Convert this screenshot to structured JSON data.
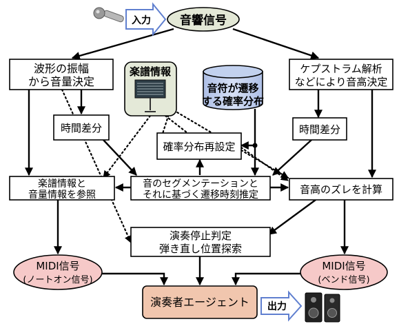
{
  "nodes": {
    "input": "入力",
    "signal": "音響信号",
    "amp": [
      "波形の振幅",
      "から音量決定"
    ],
    "score": "楽譜情報",
    "trans": [
      "音符が遷移",
      "する確率分布"
    ],
    "pitch": [
      "ケプストラム解析",
      "などにより音高決定"
    ],
    "tdiff_left": "時間差分",
    "tdiff_right": "時間差分",
    "reset": "確率分布再設定",
    "ref": [
      "楽譜情報と",
      "音量情報を参照"
    ],
    "seg": [
      "音のセグメンテーションと",
      "それに基づく遷移時刻推定"
    ],
    "dev": "音高のズレを計算",
    "stop": [
      "演奏停止判定",
      "弾き直し位置探索"
    ],
    "midi_on": [
      "MIDI信号",
      "(ノートオン信号)"
    ],
    "midi_bend": [
      "MIDI信号",
      "(ベンド信号)"
    ],
    "agent": "演奏者エージェント",
    "output": "出力"
  },
  "icons": {
    "mic": "microphone-icon",
    "sheet": "sheet-music-icon",
    "speaker": "speaker-icon"
  },
  "colors": {
    "signal_fill": "#e3e8d6",
    "score_fill": "#e4e9d8",
    "cylinder_fill": "#c2d1ee",
    "midi_fill": "#f6c9c8",
    "agent_fill": "#f1c6ae",
    "label_arrow_stroke": "#5f7fcf"
  }
}
